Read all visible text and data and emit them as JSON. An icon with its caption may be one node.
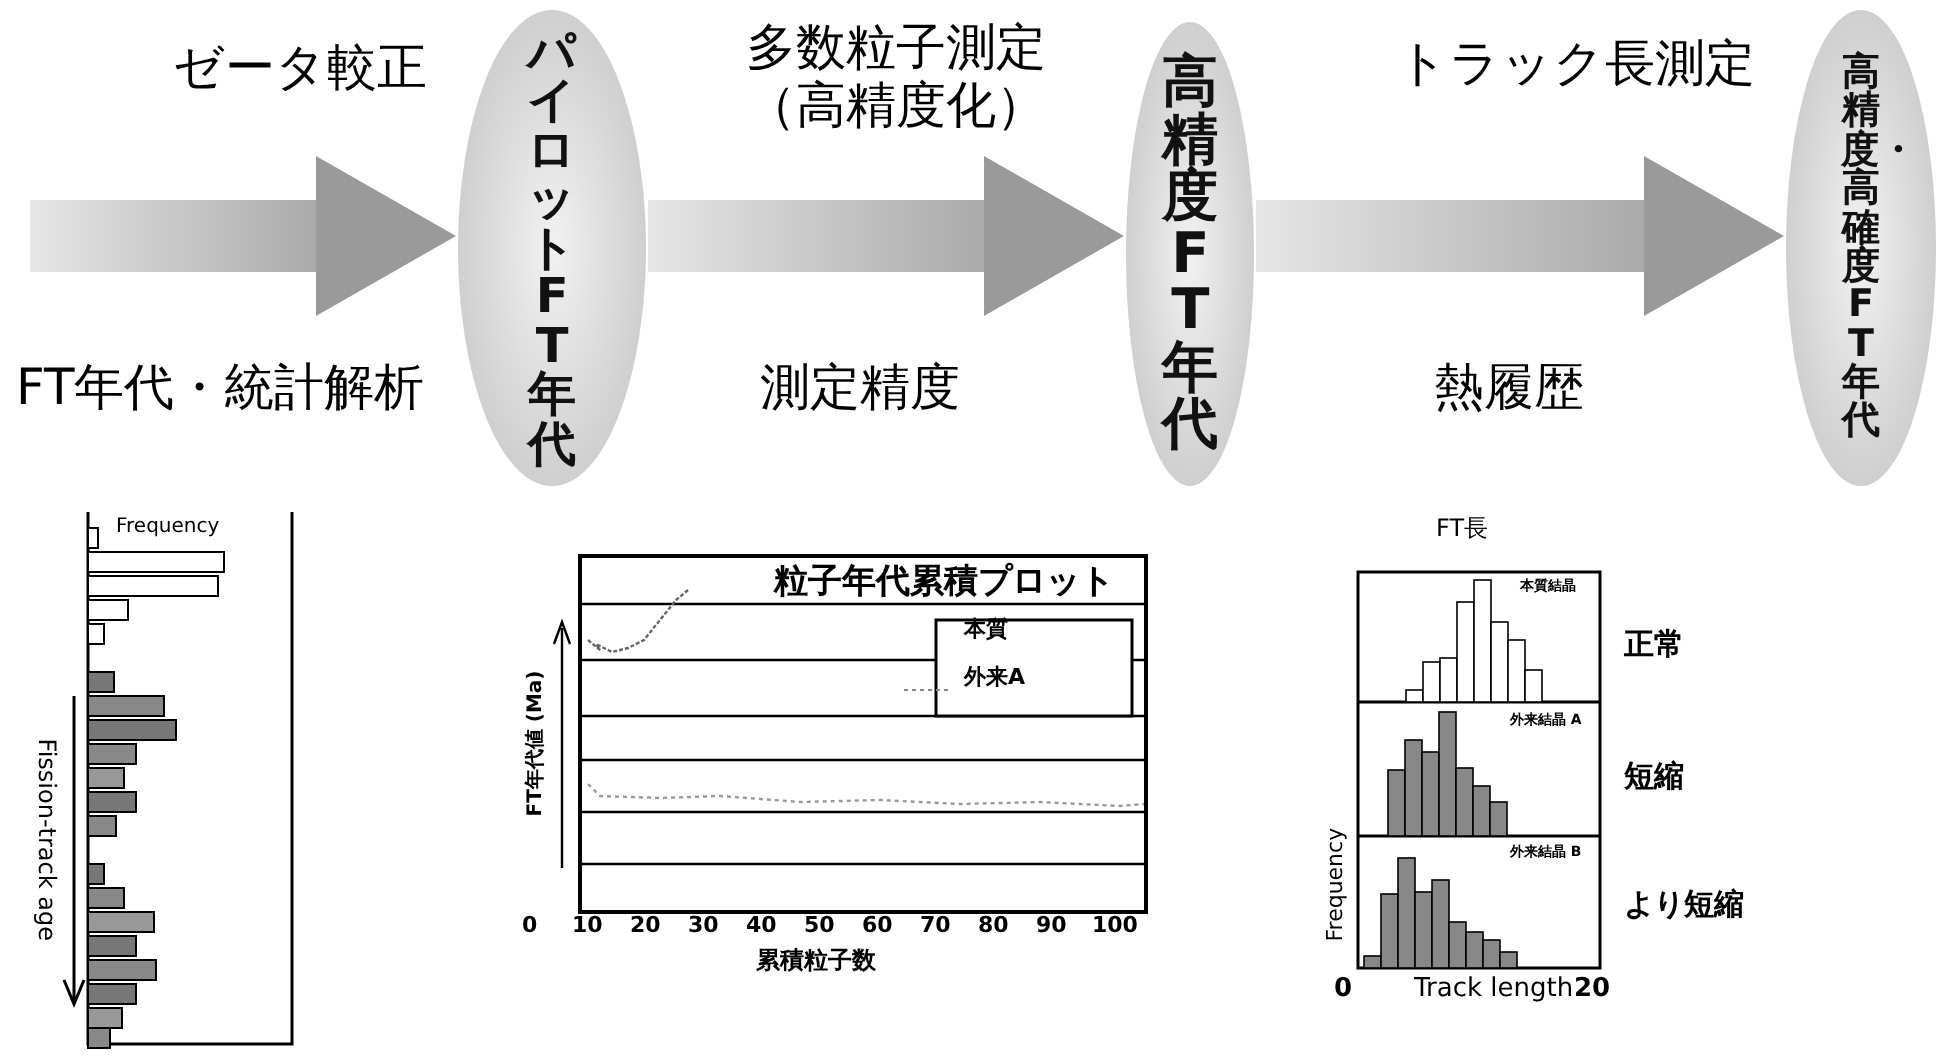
{
  "diagram": {
    "nodes": [
      {
        "text": [
          "パイロットFT年代"
        ]
      },
      {
        "text": [
          "高精度FT年代"
        ]
      },
      {
        "text": [
          "高精度・高確度FT年代"
        ]
      }
    ],
    "edges": [
      {
        "from": null,
        "to": 0,
        "arrow": "to",
        "label": "ゼータ較正"
      },
      {
        "from": 0,
        "to": 1,
        "arrow": "to",
        "label": "多数粒子測定（高精度化）"
      },
      {
        "from": 1,
        "to": 2,
        "arrow": "to",
        "label": "トラック長測定"
      }
    ],
    "labels": [
      "FT年代・統計解析",
      "測定精度",
      "熱履歴",
      "Frequency",
      "Fission-track age",
      "FT長",
      "粒子年代累積プロット",
      "本質",
      "外来A",
      "本質結晶",
      "正常",
      "FT年代値 (Ma)",
      "外来結晶 A",
      "短縮",
      "外来結晶 B",
      "より短縮",
      "Frequency",
      "0",
      "10",
      "20",
      "30",
      "40",
      "50",
      "60",
      "70",
      "80",
      "90",
      "100",
      "0",
      "Track length",
      "20",
      "累積粒子数"
    ]
  }
}
